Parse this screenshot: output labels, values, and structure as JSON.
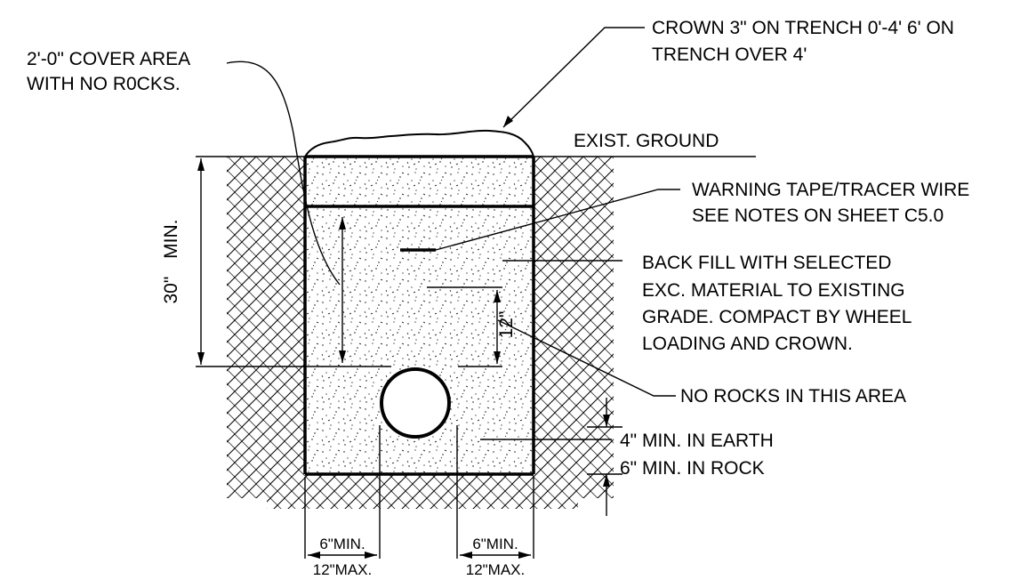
{
  "labels": {
    "crown_line1": "CROWN 3\" ON TRENCH 0'-4' 6' ON",
    "crown_line2": "TRENCH OVER 4'",
    "cover_line1": "2'-0\" COVER AREA",
    "cover_line2": "WITH NO R0CKS.",
    "exist_ground": "EXIST. GROUND",
    "warning_line1": "WARNING TAPE/TRACER WIRE",
    "warning_line2": "SEE NOTES ON SHEET C5.0",
    "backfill_line1": "BACK FILL WITH SELECTED",
    "backfill_line2": "EXC. MATERIAL TO EXISTING",
    "backfill_line3": "GRADE. COMPACT BY WHEEL",
    "backfill_line4": "LOADING AND CROWN.",
    "no_rocks": "NO ROCKS IN THIS AREA",
    "bedding_line1": "4\" MIN. IN EARTH",
    "bedding_line2": "6\" MIN. IN ROCK"
  },
  "dimensions": {
    "depth_value": "30\"",
    "depth_suffix": "MIN.",
    "cover_value": "12\"",
    "left_min": "6\"MIN.",
    "left_max": "12\"MAX.",
    "right_min": "6\"MIN.",
    "right_max": "12\"MAX."
  }
}
